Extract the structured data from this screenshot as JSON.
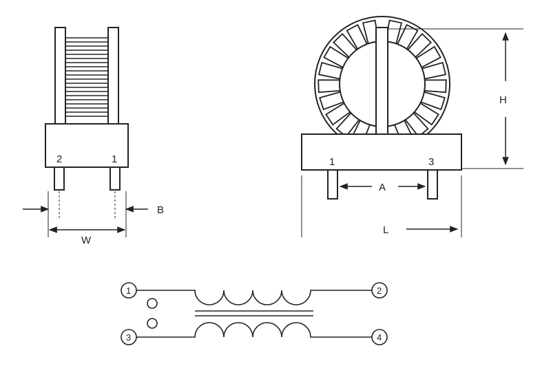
{
  "side_view": {
    "pin_left": "2",
    "pin_right": "1",
    "dim_width": "W",
    "dim_pin": "B"
  },
  "front_view": {
    "pin_left": "1",
    "pin_right": "3",
    "dim_height": "H",
    "dim_pin_spacing": "A",
    "dim_length": "L"
  },
  "schematic": {
    "node_1": "1",
    "node_2": "2",
    "node_3": "3",
    "node_4": "4"
  },
  "colors": {
    "ink": "#222222",
    "fill": "#ffffff"
  }
}
